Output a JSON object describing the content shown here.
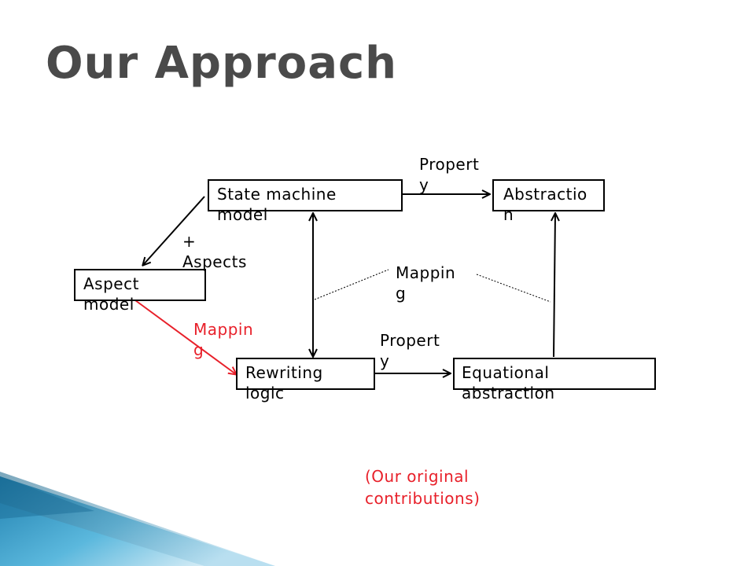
{
  "slide": {
    "title": "Our Approach",
    "nodes": {
      "state_machine": "State machine model",
      "abstraction": "Abstractio n",
      "aspect_model": "Aspect model",
      "rewriting_logic": "Rewriting logic",
      "equational_abstraction": "Equational abstraction"
    },
    "labels": {
      "property_top": "Propert y",
      "property_bottom": "Propert y",
      "aspects": "+ Aspects",
      "mapping_center": "Mappin g",
      "mapping_red": "Mappin g"
    },
    "note": "(Our original contributions)",
    "colors": {
      "accent_red": "#e8202a",
      "title_gray": "#4a4a4a",
      "ribbon_blue": "#2a8fc0"
    }
  }
}
